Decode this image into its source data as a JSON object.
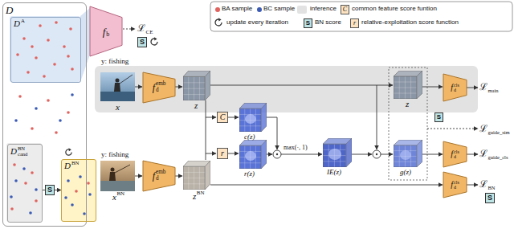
{
  "diagram": {
    "nodes": [
      {
        "text": [
          "D"
        ]
      },
      {
        "text": [
          "D",
          "A"
        ],
        "in": 0
      },
      {
        "text": [
          "D",
          "BN",
          "cand"
        ],
        "in": 0
      },
      {
        "text": [
          "f",
          "b"
        ]
      },
      {
        "text": [
          "S"
        ]
      },
      {
        "text": [
          "C"
        ]
      },
      {
        "text": [
          "S"
        ]
      },
      {
        "text": [
          "r"
        ]
      },
      {
        "text": [
          "f",
          "emb",
          "d"
        ]
      },
      {
        "text": [
          "D",
          "BN"
        ]
      },
      {
        "text": [
          "S"
        ]
      },
      {
        "text": [
          "f",
          "emb",
          "d"
        ]
      },
      {
        "text": [
          "C"
        ]
      },
      {
        "text": [
          "r"
        ]
      },
      {
        "text": [
          "S"
        ]
      },
      {
        "text": [
          "f",
          "cls",
          "d"
        ]
      },
      {
        "text": [
          "f",
          "cls",
          "d"
        ]
      },
      {
        "text": [
          "f",
          "cls",
          "d"
        ]
      },
      {
        "text": [
          "S"
        ]
      }
    ],
    "edges": [
      {
        "from": 2,
        "to": 10,
        "arrow": "none"
      },
      {
        "from": 10,
        "to": 9,
        "arrow": "to"
      }
    ],
    "labels": [
      "ℒ",
      "CE",
      "y: fishing",
      "x",
      "z",
      "y: fishing",
      "x",
      "BN",
      "z",
      "BN",
      "c(z)",
      "r(z)",
      "max(·, 1)",
      "IE(z)",
      "z",
      "g(z)",
      "ℒ",
      "main",
      "ℒ",
      "guide_sim",
      "ℒ",
      "guide_cls",
      "ℒ",
      "BN"
    ],
    "legend": [
      {
        "text": "BA sample",
        "color": "#e0635f"
      },
      {
        "text": "BC sample",
        "color": "#3b5bb5"
      },
      {
        "text": "inference",
        "color": "#e2e2e2"
      },
      {
        "text": "common feature score funtion"
      },
      {
        "text": "update every iteration"
      },
      {
        "text": "BN score"
      },
      {
        "text": "relative-exploitation score function"
      }
    ]
  }
}
